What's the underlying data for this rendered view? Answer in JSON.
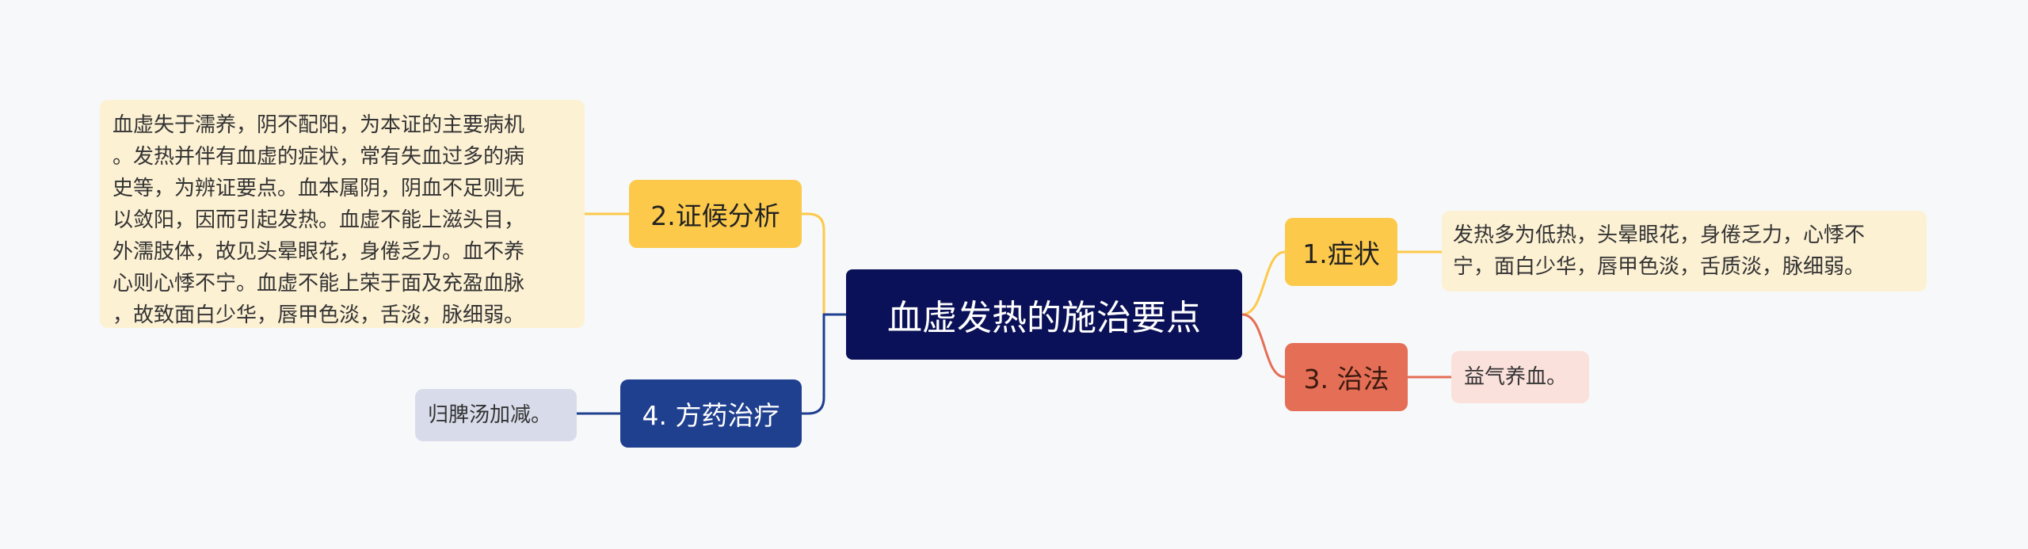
{
  "root": {
    "label": "血虚发热的施治要点"
  },
  "branches": {
    "symptoms": {
      "label": "1.症状",
      "detail_lines": [
        "发热多为低热，头晕眼花，身倦乏力，心悸不",
        "宁，面白少华，唇甲色淡，舌质淡，脉细弱。"
      ]
    },
    "analysis": {
      "label": "2.证候分析",
      "detail_lines": [
        "血虚失于濡养，阴不配阳，为本证的主要病机",
        "。发热并伴有血虚的症状，常有失血过多的病",
        "史等，为辨证要点。血本属阴，阴血不足则无",
        "以敛阳，因而引起发热。血虚不能上滋头目，",
        "外濡肢体，故见头晕眼花，身倦乏力。血不养",
        "心则心悸不宁。血虚不能上荣于面及充盈血脉",
        "，故致面白少华，唇甲色淡，舌淡，脉细弱。"
      ]
    },
    "treatment": {
      "label": "3. 治法",
      "detail": "益气养血。"
    },
    "prescription": {
      "label": "4. 方药治疗",
      "detail": "归脾汤加减。"
    }
  },
  "colors": {
    "root_bg": "#0b1158",
    "yellow": "#fcc94a",
    "red": "#e56e56",
    "blue": "#1f3f8f",
    "background": "#f7f8fa"
  }
}
